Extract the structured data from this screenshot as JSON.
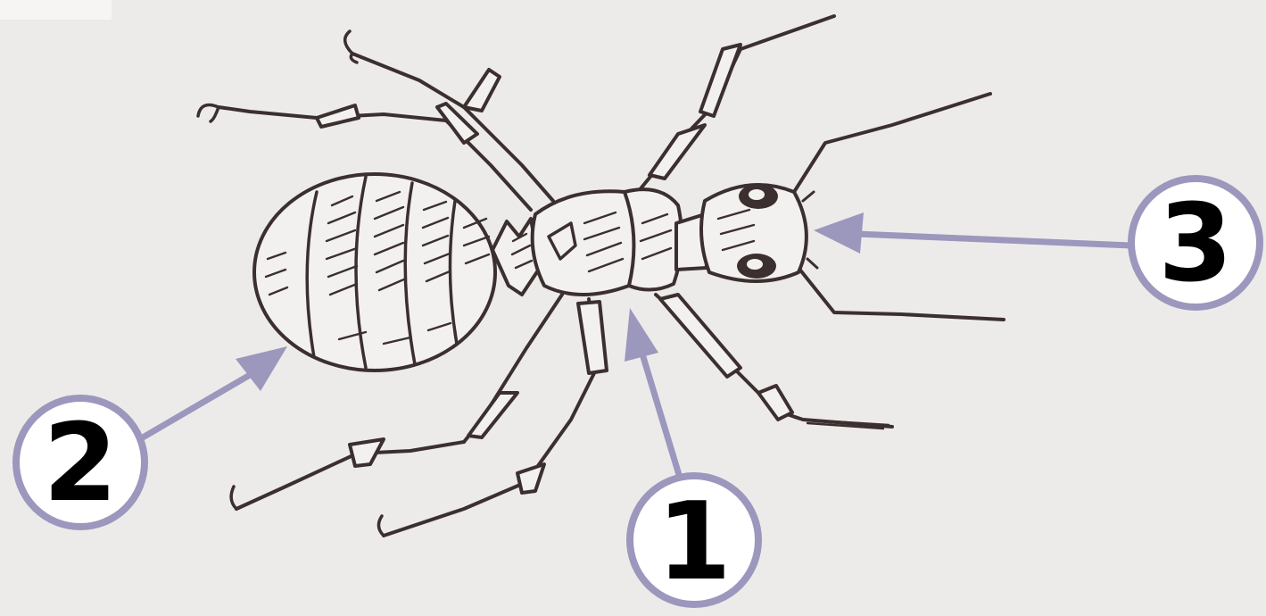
{
  "labels": [
    {
      "id": "1",
      "text": "1"
    },
    {
      "id": "2",
      "text": "2"
    },
    {
      "id": "3",
      "text": "3"
    }
  ],
  "colors": {
    "paper": "#edebe9",
    "ink": "#3b2f2f",
    "callout": "#9b97bd",
    "label_fill": "#ffffff",
    "label_text": "#000000"
  }
}
